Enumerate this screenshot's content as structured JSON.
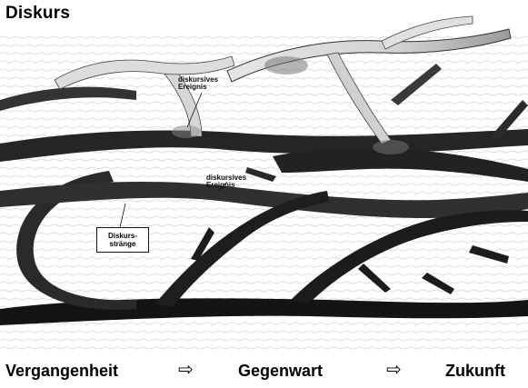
{
  "title": "Diskurs",
  "labels": {
    "event_top": "diskursives Ereignis",
    "event_top_line1": "diskursives",
    "event_top_line2": "Ereignis",
    "event_mid_line1": "diskursives",
    "event_mid_line2": "Ereignis",
    "strands_line1": "Diskurs-",
    "strands_line2": "stränge"
  },
  "timeline": {
    "past": "Vergangenheit",
    "present": "Gegenwart",
    "future": "Zukunft",
    "arrow": "⇨"
  },
  "colors": {
    "strand_dark": "#1e1e1e",
    "strand_mid": "#3a3a3a",
    "strand_light": "#d9d9d9",
    "hatch": "#c8c8c8"
  }
}
